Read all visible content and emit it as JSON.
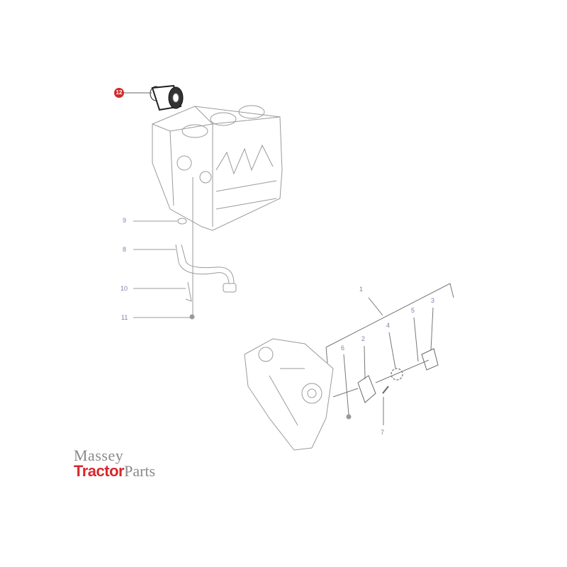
{
  "callouts": {
    "c1": "1",
    "c2": "2",
    "c3": "3",
    "c4": "4",
    "c5": "5",
    "c6": "6",
    "c7": "7",
    "c8": "8",
    "c9": "9",
    "c10": "10",
    "c11": "11",
    "c12": "12"
  },
  "highlight_color": "#d32a2a",
  "logo": {
    "line1": "Massey",
    "brand": "Tractor",
    "suffix": "Parts"
  }
}
